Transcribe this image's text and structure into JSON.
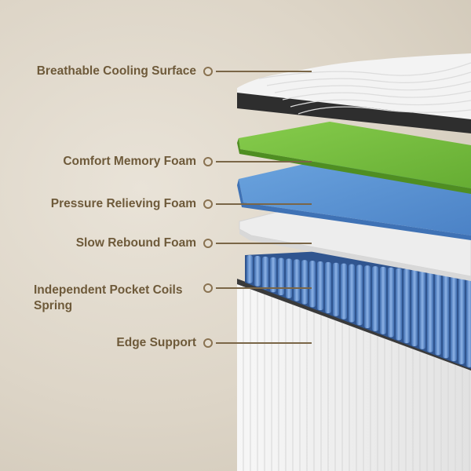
{
  "layers": [
    {
      "name": "Breathable Cooling Surface"
    },
    {
      "name": "Comfort Memory Foam"
    },
    {
      "name": "Pressure Relieving Foam"
    },
    {
      "name": "Slow Rebound Foam"
    },
    {
      "name": "Independent Pocket Coils Spring",
      "lines": [
        "Independent Pocket Coils",
        "Spring"
      ]
    },
    {
      "name": "Edge Support"
    }
  ],
  "colors": {
    "label_text": "#6e5a3a",
    "marker": "#8a7352",
    "cooling_top": "#f3f3f3",
    "cooling_border": "#2e2e2e",
    "memory_foam": "#7ac142",
    "pressure_foam": "#5b93d1",
    "slow_rebound": "#ececec",
    "coils": "#5a86c4",
    "edge_support": "#f4f4f4",
    "base_border": "#3a3a3a"
  }
}
